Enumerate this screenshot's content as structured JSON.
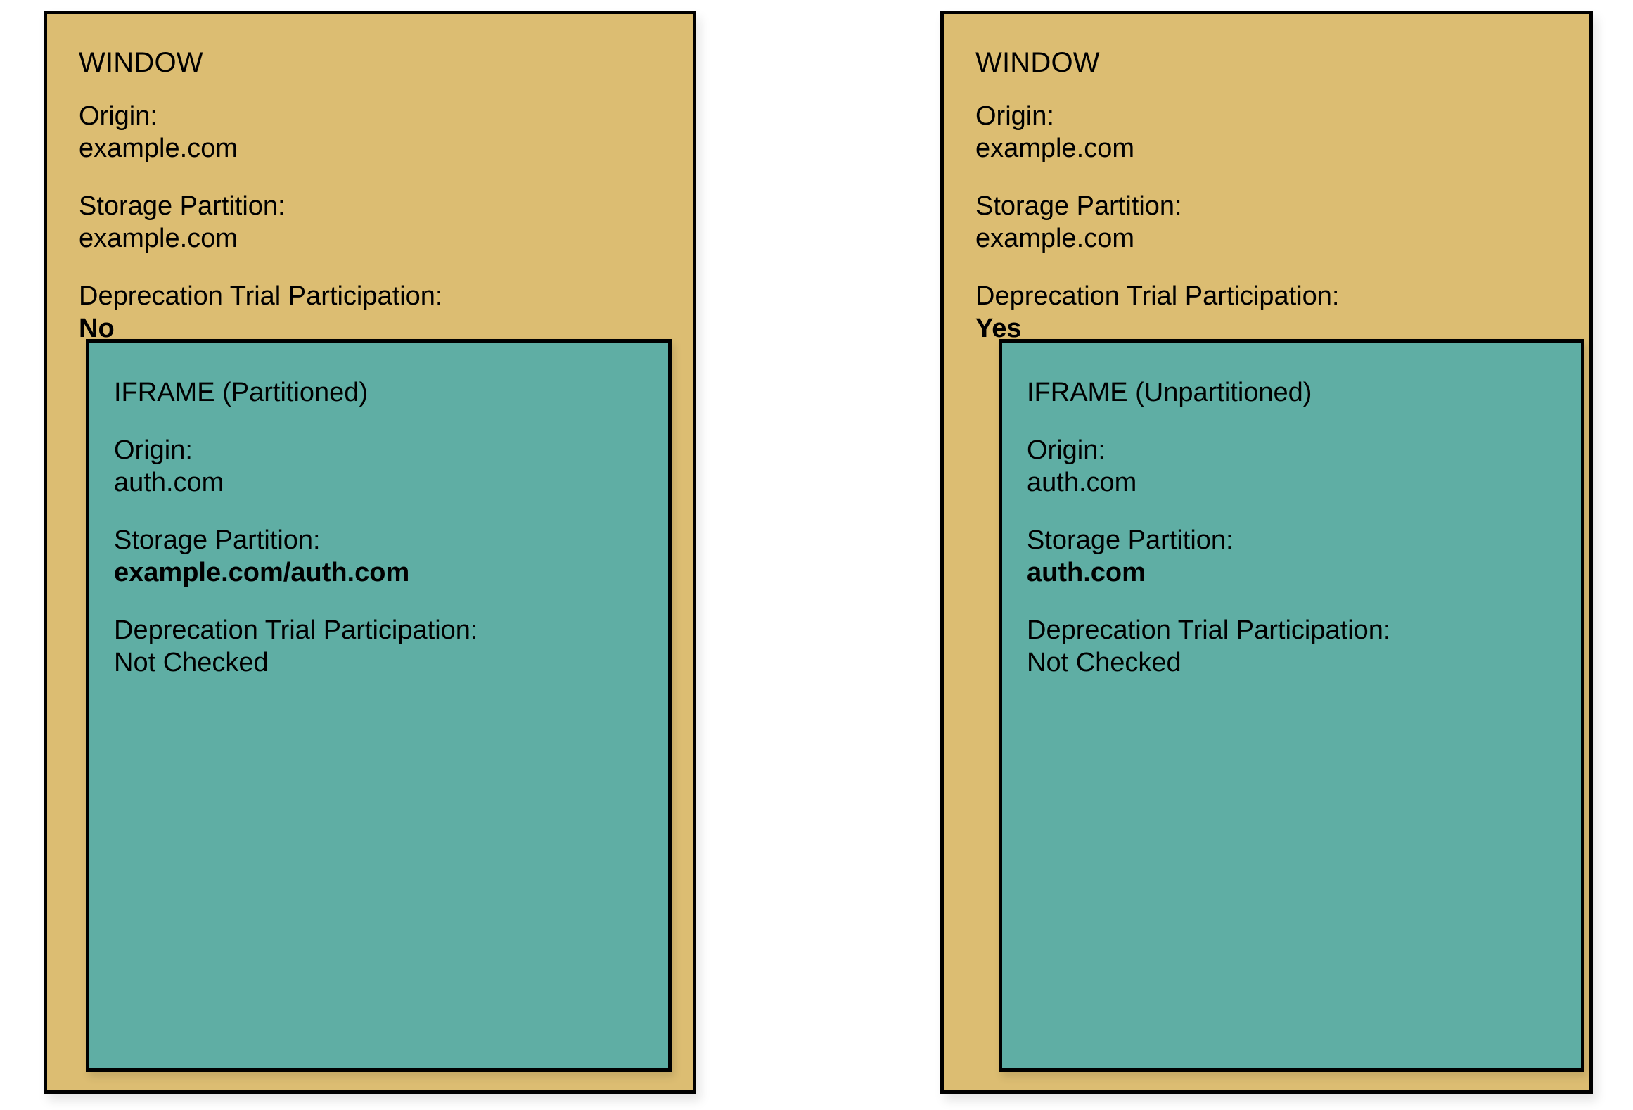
{
  "diagram": {
    "panels": [
      {
        "id": "partitioned-panel",
        "window": {
          "title": "WINDOW",
          "origin_label": "Origin:",
          "origin_value": "example.com",
          "storage_label": "Storage Partition:",
          "storage_value": "example.com",
          "trial_label": "Deprecation Trial Participation:",
          "trial_value": "No",
          "trial_value_bold": true,
          "background_color": "#dcbd72",
          "border_color": "#000000"
        },
        "iframe": {
          "title": "IFRAME (Partitioned)",
          "origin_label": "Origin:",
          "origin_value": "auth.com",
          "storage_label": "Storage Partition:",
          "storage_value": "example.com/auth.com",
          "storage_value_bold": true,
          "trial_label": "Deprecation Trial Participation:",
          "trial_value": "Not Checked",
          "trial_value_bold": false,
          "background_color": "#5faea4",
          "border_color": "#000000"
        }
      },
      {
        "id": "unpartitioned-panel",
        "window": {
          "title": "WINDOW",
          "origin_label": "Origin:",
          "origin_value": "example.com",
          "storage_label": "Storage Partition:",
          "storage_value": "example.com",
          "trial_label": "Deprecation Trial Participation:",
          "trial_value": "Yes",
          "trial_value_bold": true,
          "background_color": "#dcbd72",
          "border_color": "#000000"
        },
        "iframe": {
          "title": "IFRAME (Unpartitioned)",
          "origin_label": "Origin:",
          "origin_value": "auth.com",
          "storage_label": "Storage Partition:",
          "storage_value": "auth.com",
          "storage_value_bold": true,
          "trial_label": "Deprecation Trial Participation:",
          "trial_value": "Not Checked",
          "trial_value_bold": false,
          "background_color": "#5faea4",
          "border_color": "#000000"
        }
      }
    ]
  }
}
